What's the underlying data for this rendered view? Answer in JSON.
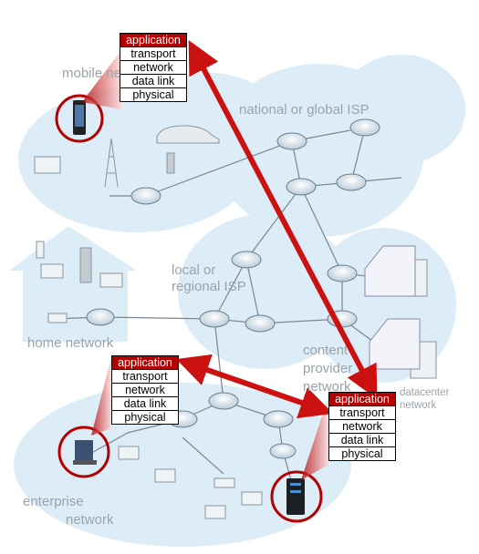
{
  "labels": {
    "mobile": "mobile network",
    "national": "national or global ISP",
    "local_line1": "local or",
    "local_line2": "regional ISP",
    "home": "home network",
    "content_line1": "content",
    "content_line2": "provider",
    "content_line3": "network",
    "datacenter_line1": "datacenter",
    "datacenter_line2": "network",
    "enterprise_line1": "enterprise",
    "enterprise_line2": "network"
  },
  "stack_layers": [
    "application",
    "transport",
    "network",
    "data link",
    "physical"
  ],
  "colors": {
    "highlight": "#b30000",
    "arrow": "#cc1111",
    "cloud": "#d6ebf7",
    "router_fill": "#dce8f0",
    "link": "#7a8590"
  }
}
